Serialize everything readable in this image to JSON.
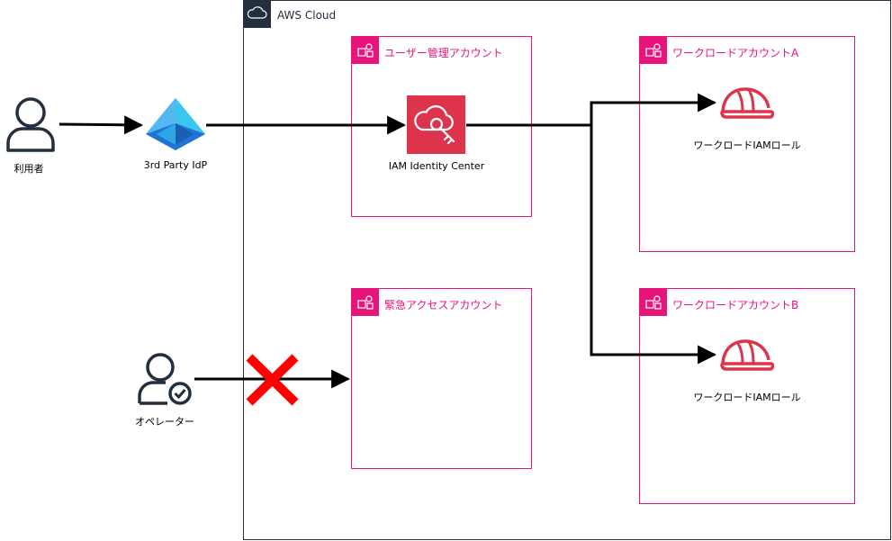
{
  "cloud": {
    "label": "AWS Cloud"
  },
  "accounts": {
    "user_mgmt": {
      "label": "ユーザー管理アカウント"
    },
    "emergency": {
      "label": "緊急アクセスアカウント"
    },
    "workload_a": {
      "label": "ワークロードアカウントA"
    },
    "workload_b": {
      "label": "ワークロードアカウントB"
    }
  },
  "nodes": {
    "user": {
      "label": "利用者",
      "icon": "user-icon"
    },
    "idp": {
      "label": "3rd Party IdP",
      "icon": "entra-id-icon"
    },
    "identity_center": {
      "label": "IAM Identity Center",
      "icon": "iam-identity-center-icon"
    },
    "operator": {
      "label": "オペレーター",
      "icon": "operator-user-check-icon"
    },
    "role_a": {
      "label": "ワークロードIAMロール",
      "icon": "iam-role-helmet-icon"
    },
    "role_b": {
      "label": "ワークロードIAMロール",
      "icon": "iam-role-helmet-icon"
    }
  },
  "colors": {
    "cloud": "#232f3e",
    "account": "#e7157b",
    "identity_center": "#dd344c",
    "role": "#dd344c",
    "blocked": "#ff0000"
  }
}
